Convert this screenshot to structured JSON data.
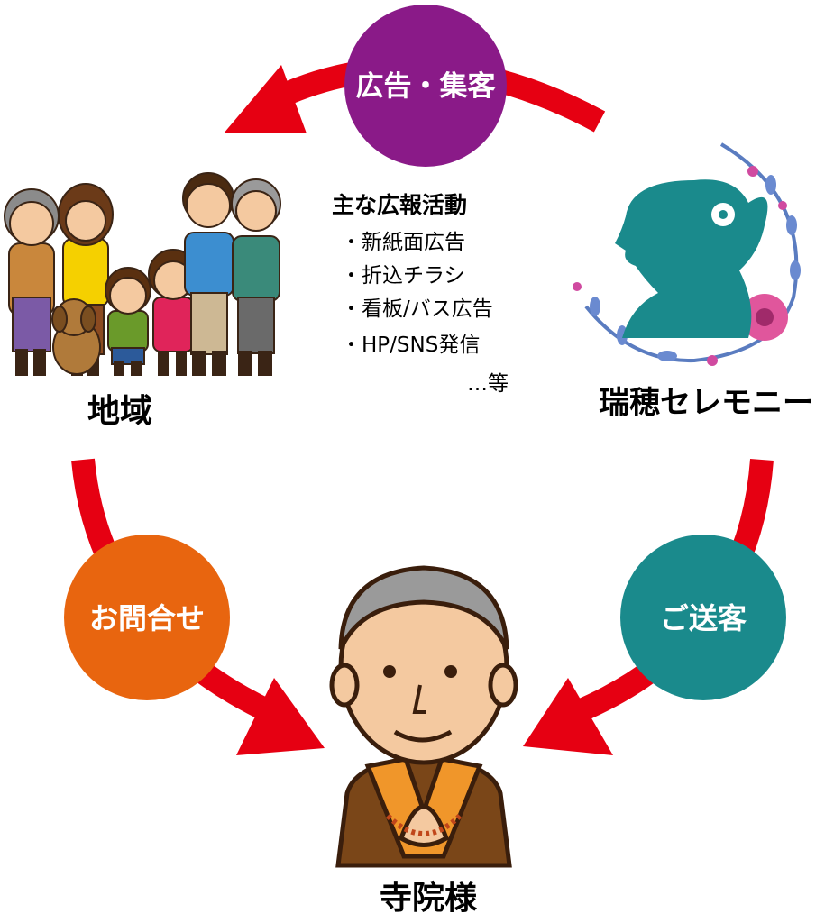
{
  "badges": {
    "top": {
      "label": "広告・集客",
      "color": "#8a1a88"
    },
    "left": {
      "label": "お問合せ",
      "color": "#e8650f"
    },
    "right": {
      "label": "ご送客",
      "color": "#1a8a8c"
    }
  },
  "nodes": {
    "community": {
      "label": "地域"
    },
    "company": {
      "label": "瑞穂セレモニー"
    },
    "temple": {
      "label": "寺院様"
    }
  },
  "activities": {
    "heading": "主な広報活動",
    "items": [
      "・新紙面広告",
      "・折込チラシ",
      "・看板/バス広告",
      "・HP/SNS発信"
    ],
    "etc": "…等"
  },
  "colors": {
    "arrow": "#e60012",
    "text": "#000000"
  }
}
